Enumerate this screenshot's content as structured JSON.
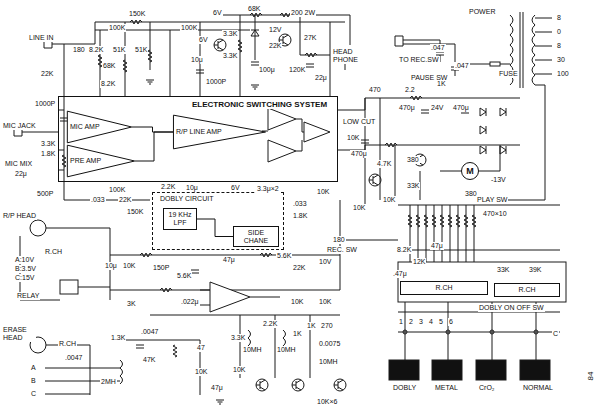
{
  "diagram": {
    "nodes": [
      {
        "text": [
          "ELECTRONIC SWITCHING SYSTEM"
        ]
      },
      {
        "text": [
          "MIC AMP"
        ],
        "in": 0
      },
      {
        "text": [
          "PRE AMP"
        ],
        "in": 0
      },
      {
        "text": [
          "R/P LINE AMP"
        ],
        "in": 0
      },
      {
        "text": [
          "DOBLY CIRCUIT"
        ]
      },
      {
        "text": [
          "19 KHz LPF"
        ],
        "in": 4
      },
      {
        "text": [
          "SIDE CHANE"
        ],
        "in": 4
      },
      {
        "text": [
          "M"
        ]
      },
      {
        "text": [
          "R.CH"
        ]
      },
      {
        "text": [
          "R.CH"
        ]
      }
    ],
    "edges": [
      {
        "from": 1,
        "to": 3,
        "arrow": "none"
      },
      {
        "from": 2,
        "to": 3,
        "arrow": "none"
      },
      {
        "from": 5,
        "to": 6,
        "arrow": "none"
      }
    ],
    "labels": [
      "LINE IN",
      "22K",
      "MIC JACK",
      "150K",
      "100K",
      "100K",
      "6V",
      "6V",
      "3.3K",
      "68K",
      "200 2W",
      "12V",
      "27K",
      "3.3K",
      "22K",
      "100μ",
      "120K",
      "22μ",
      "HEAD PHONE",
      "180",
      "8.2K",
      "51K",
      "51K",
      "68K",
      "8.2K",
      "10μ",
      "1000P",
      "1000P",
      "3.3K",
      "1.8K",
      "MIC MIX",
      "22μ",
      "500P",
      "100K",
      "10μ",
      "6V",
      "3.3μ×2",
      "10K",
      "LOW CUT",
      "TO REC.SW",
      "PAUSE SW",
      "POWER",
      ".047",
      ".047",
      "FUSE",
      "8",
      "0",
      "8",
      "30",
      "100",
      "470",
      "2.2",
      "1K",
      "470μ",
      "24V",
      "470μ",
      "470μ",
      "10K",
      "4.7K",
      "380",
      "33K",
      "380",
      "-13V",
      "PLAY SW",
      "470×10",
      "10K",
      "10K",
      ".033",
      "22K",
      "150K",
      "2.2K",
      ".033",
      "1.8K",
      "R/P HEAD",
      "R.CH",
      "A:10V",
      "B:3.5V",
      "C:15V",
      "RELAY",
      "10μ",
      "10K",
      "3K",
      "150P",
      "5.6K",
      "47μ",
      "5.6K",
      "22K",
      "10V",
      "180",
      "REC. SW",
      ".022μ",
      "10K",
      "10K",
      "2.2K",
      "3.3K",
      "ERASE HEAD",
      "R.CH",
      ".0047",
      "1.3K",
      ".0047",
      "47K",
      "47",
      "2MH",
      "10K",
      "47μ",
      "10K",
      "A",
      "B",
      "C",
      "10MH",
      "10MH",
      "1K",
      "1K",
      "270",
      "0.0075",
      "10MH",
      "10K×6",
      "8.2K",
      "12K",
      ".47μ",
      "47μ",
      "33K",
      "39K",
      "DOBLY ON OFF SW",
      "1",
      "2",
      "3",
      "4",
      "5",
      "6",
      "C",
      "DOBLY",
      "METAL",
      "CrO₂",
      "NORMAL",
      "84"
    ]
  }
}
